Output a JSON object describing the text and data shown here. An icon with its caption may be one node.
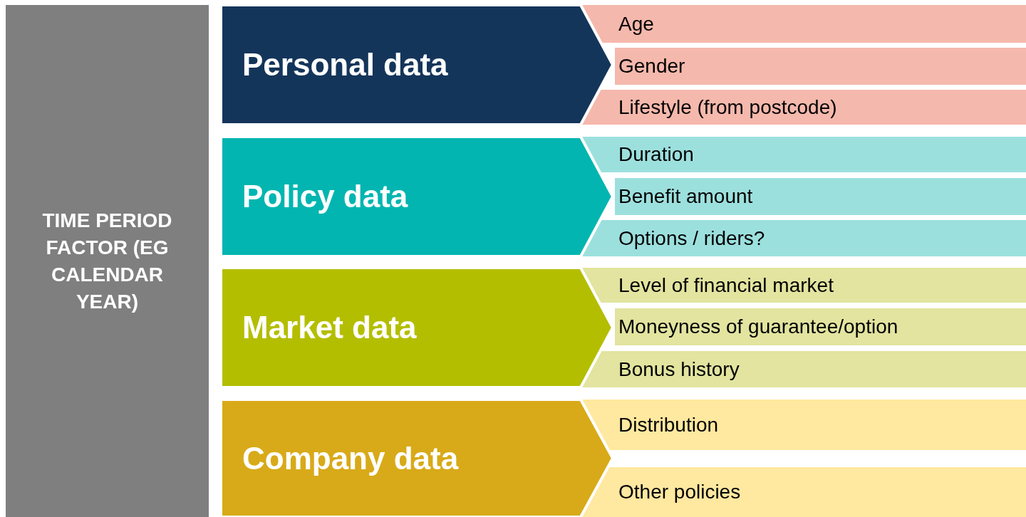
{
  "diagram": {
    "nodes": [
      {
        "text": [
          "TIME PERIOD FACTOR (EG CALENDAR YEAR)"
        ]
      },
      {
        "text": [
          "Personal data"
        ]
      },
      {
        "text": [
          "Age"
        ]
      },
      {
        "text": [
          "Gender"
        ]
      },
      {
        "text": [
          "Lifestyle (from postcode)"
        ]
      },
      {
        "text": [
          "Policy data"
        ]
      },
      {
        "text": [
          "Duration"
        ]
      },
      {
        "text": [
          "Benefit amount"
        ]
      },
      {
        "text": [
          "Options / riders?"
        ]
      },
      {
        "text": [
          "Market data"
        ]
      },
      {
        "text": [
          "Level of financial market"
        ]
      },
      {
        "text": [
          "Moneyness of guarantee/option"
        ]
      },
      {
        "text": [
          "Bonus history"
        ]
      },
      {
        "text": [
          "Company data"
        ]
      },
      {
        "text": [
          "Distribution"
        ]
      },
      {
        "text": [
          "Other policies"
        ]
      }
    ]
  }
}
